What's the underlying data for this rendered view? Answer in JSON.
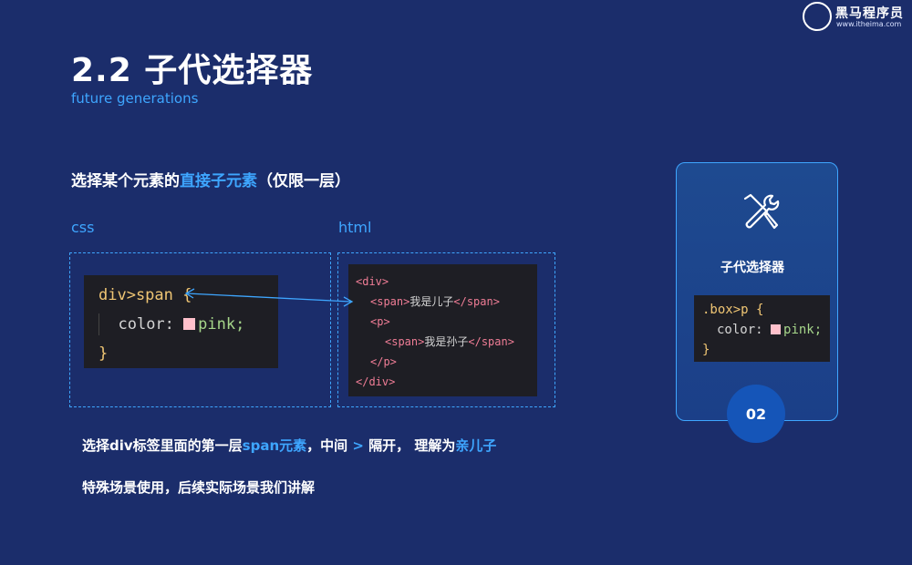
{
  "header": {
    "title": "2.2 子代选择器",
    "subtitle": "future generations",
    "logo_name": "黑马程序员",
    "logo_url": "www.itheima.com"
  },
  "lead": {
    "prefix": "选择某个元素的",
    "highlight": "直接子元素",
    "suffix": "（仅限一层）"
  },
  "css_section": {
    "label": "css",
    "code": {
      "line1": "div>span",
      "brace_open": "{",
      "property": "color:",
      "value": "pink;",
      "brace_close": "}"
    }
  },
  "html_section": {
    "label": "html",
    "lines": [
      "<div>",
      "<span>",
      "我是儿子",
      "</span>",
      "<p>",
      "<span>",
      "我是孙子",
      "</span>",
      "</p>",
      "</div>"
    ]
  },
  "notes": {
    "note1": {
      "a": "选择div标签里面的第一层",
      "b": "span元素",
      "c": "，中间 ",
      "d": ">",
      "e": " 隔开， 理解为",
      "f": "亲儿子"
    },
    "note2": "特殊场景使用，后续实际场景我们讲解"
  },
  "card": {
    "icon": "tools-icon",
    "title": "子代选择器",
    "code": {
      "selector": ".box>p",
      "brace_open": "{",
      "property": "color:",
      "value": "pink;",
      "brace_close": "}"
    },
    "number": "02"
  },
  "colors": {
    "background": "#1b2d6b",
    "accent": "#3ea6ff",
    "swatch": "#ffc0cb"
  }
}
